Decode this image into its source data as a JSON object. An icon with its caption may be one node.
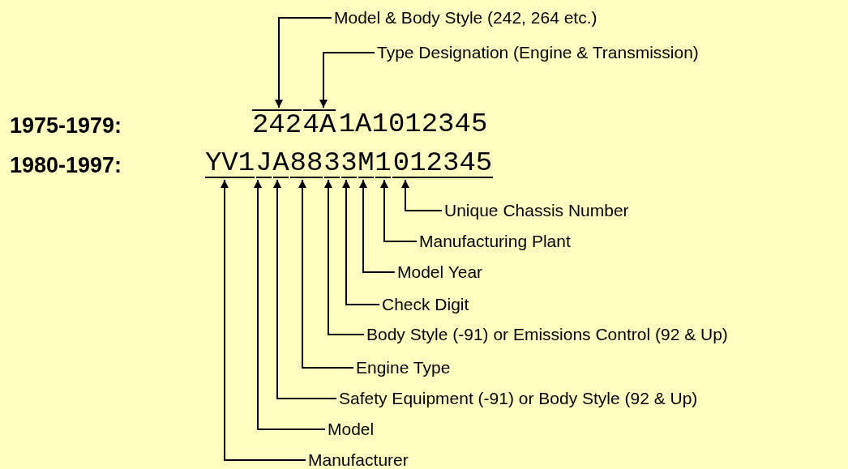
{
  "diagram": {
    "nodes": [
      {
        "text": [
          "Model & Body Style (242, 264 etc.)"
        ]
      },
      {
        "text": [
          "Type Designation (Engine & Transmission)"
        ]
      },
      {
        "text": [
          "242"
        ]
      },
      {
        "text": [
          "4A"
        ]
      },
      {
        "text": [
          "1A1012345"
        ]
      },
      {
        "text": [
          "YV1"
        ]
      },
      {
        "text": [
          "J"
        ]
      },
      {
        "text": [
          "A"
        ]
      },
      {
        "text": [
          "88"
        ]
      },
      {
        "text": [
          "3"
        ]
      },
      {
        "text": [
          "3"
        ]
      },
      {
        "text": [
          "M"
        ]
      },
      {
        "text": [
          "1"
        ]
      },
      {
        "text": [
          "012345"
        ]
      },
      {
        "text": [
          "Unique Chassis Number"
        ]
      },
      {
        "text": [
          "Manufacturing Plant"
        ]
      },
      {
        "text": [
          "Model Year"
        ]
      },
      {
        "text": [
          "Check Digit"
        ]
      },
      {
        "text": [
          "Body Style (-91) or Emissions Control (92 & Up)"
        ]
      },
      {
        "text": [
          "Engine Type"
        ]
      },
      {
        "text": [
          "Safety Equipment (-91) or Body Style (92 & Up)"
        ]
      },
      {
        "text": [
          "Model"
        ]
      },
      {
        "text": [
          "Manufacturer"
        ]
      }
    ],
    "edges": [
      {
        "from": 0,
        "to": 2,
        "arrow": "to"
      },
      {
        "from": 1,
        "to": 3,
        "arrow": "to"
      },
      {
        "from": 14,
        "to": 13,
        "arrow": "to"
      },
      {
        "from": 15,
        "to": 12,
        "arrow": "to"
      },
      {
        "from": 16,
        "to": 11,
        "arrow": "to"
      },
      {
        "from": 17,
        "to": 10,
        "arrow": "to"
      },
      {
        "from": 18,
        "to": 9,
        "arrow": "to"
      },
      {
        "from": 19,
        "to": 8,
        "arrow": "to"
      },
      {
        "from": 20,
        "to": 7,
        "arrow": "to"
      },
      {
        "from": 21,
        "to": 6,
        "arrow": "to"
      },
      {
        "from": 22,
        "to": 5,
        "arrow": "to"
      }
    ],
    "labels": [
      "1975-1979:",
      "1980-1997:"
    ]
  }
}
